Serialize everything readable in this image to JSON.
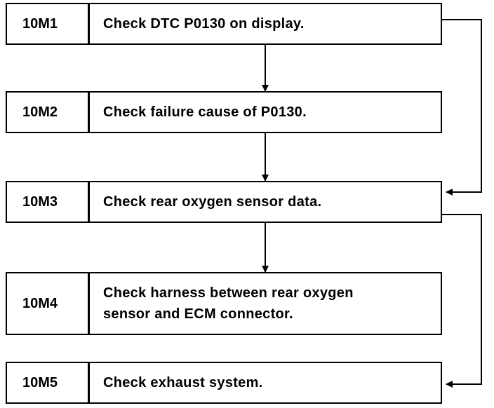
{
  "steps": [
    {
      "code": "10M1",
      "text": "Check DTC P0130 on display."
    },
    {
      "code": "10M2",
      "text": "Check failure cause of P0130."
    },
    {
      "code": "10M3",
      "text": "Check rear oxygen sensor data."
    },
    {
      "code": "10M4",
      "text": "Check harness between rear oxygen\nsensor and ECM connector."
    },
    {
      "code": "10M5",
      "text": "Check exhaust system."
    }
  ],
  "colors": {
    "line": "#000000",
    "background": "#ffffff"
  }
}
